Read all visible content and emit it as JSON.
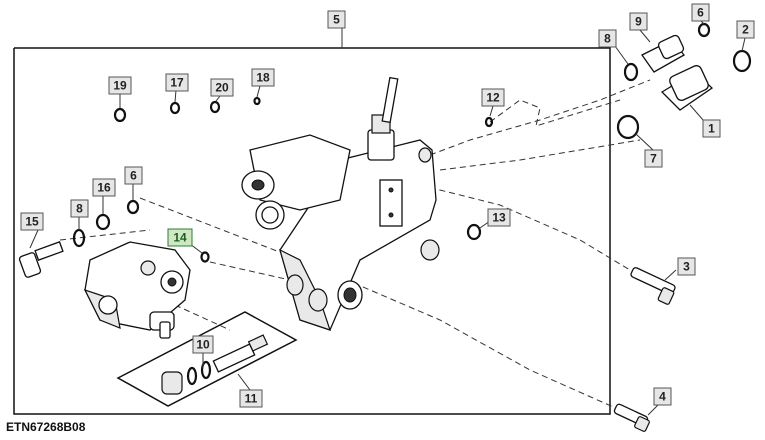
{
  "figure_id": "ETN67268B08",
  "callouts": {
    "c1": "1",
    "c2": "2",
    "c3": "3",
    "c4": "4",
    "c5": "5",
    "c6a": "6",
    "c6b": "6",
    "c7": "7",
    "c8a": "8",
    "c8b": "8",
    "c9": "9",
    "c10": "10",
    "c11": "11",
    "c12": "12",
    "c13": "13",
    "c14": "14",
    "c15": "15",
    "c16": "16",
    "c17": "17",
    "c18": "18",
    "c19": "19",
    "c20": "20"
  },
  "highlighted_callout": "14",
  "colors": {
    "line": "#111111",
    "callout_fill": "#e6e6e6",
    "highlight": "#cfe8c4"
  }
}
